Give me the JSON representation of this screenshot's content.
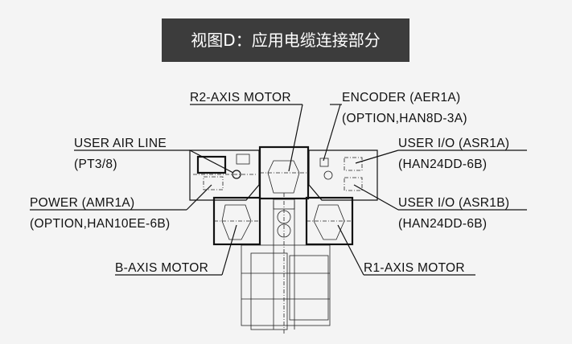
{
  "title": "视图D：应用电缆连接部分",
  "labels": {
    "r2_axis_motor": "R2-AXIS MOTOR",
    "encoder": "ENCODER (AER1A)",
    "encoder_option": "(OPTION,HAN8D-3A)",
    "user_air_line": "USER AIR LINE",
    "user_air_line_spec": "(PT3/8)",
    "user_io_a": "USER I/O (ASR1A)",
    "user_io_a_spec": "(HAN24DD-6B)",
    "power": "POWER (AMR1A)",
    "power_option": "(OPTION,HAN10EE-6B)",
    "user_io_b": "USER I/O (ASR1B)",
    "user_io_b_spec": "(HAN24DD-6B)",
    "b_axis_motor": "B-AXIS MOTOR",
    "r1_axis_motor": "R1-AXIS MOTOR"
  }
}
